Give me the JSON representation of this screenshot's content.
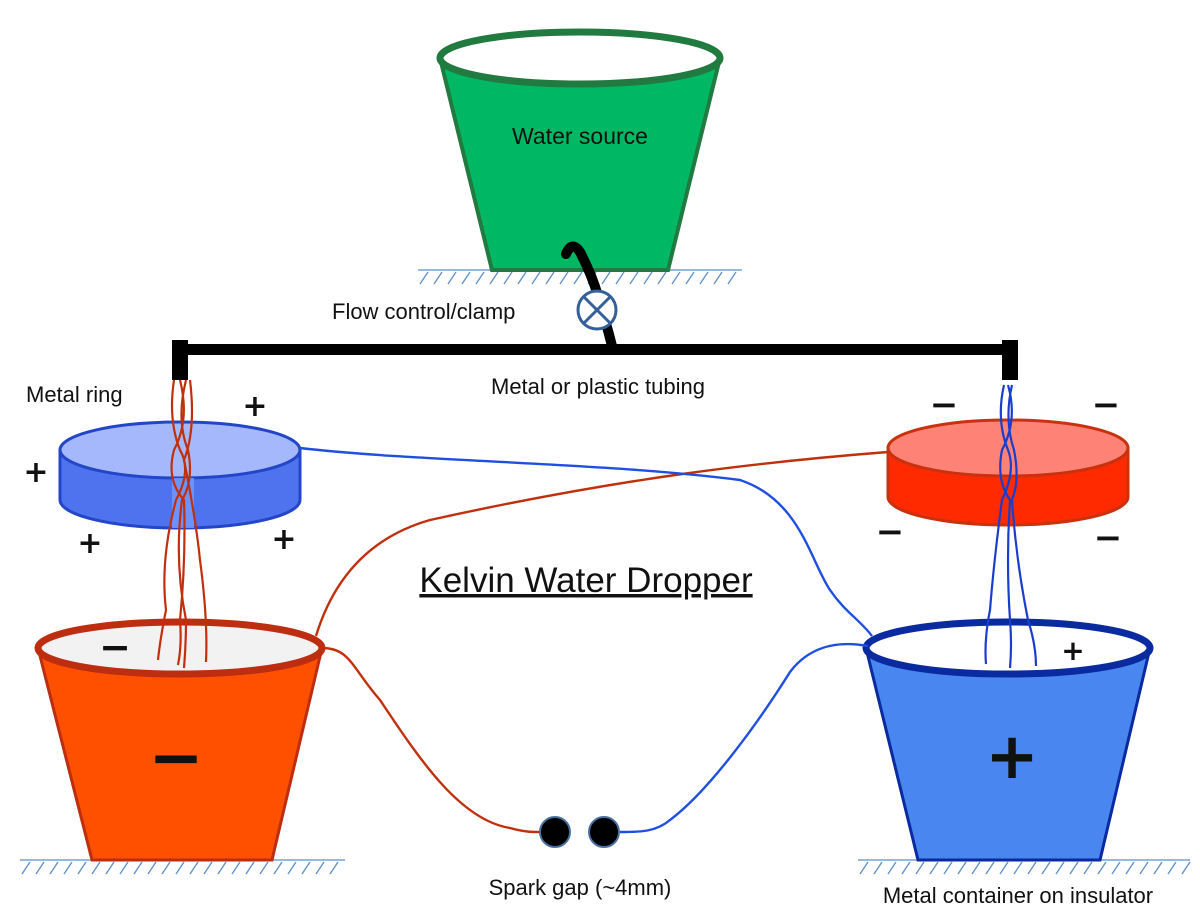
{
  "title": "Kelvin Water Dropper",
  "labels": {
    "water_source": "Water source",
    "flow_control": "Flow control/clamp",
    "tubing": "Metal or plastic tubing",
    "metal_ring": "Metal ring",
    "spark_gap": "Spark gap (~4mm)",
    "metal_container": "Metal container on insulator"
  },
  "signs": {
    "positive": "+",
    "negative": "−"
  },
  "colors": {
    "water_source": "#00b864",
    "water_source_stroke": "#217a3f",
    "left_ring": "#5a82f5",
    "left_ring_stroke": "#2346c8",
    "right_ring": "#ff2a00",
    "right_ring_stroke": "#c8320f",
    "left_bucket": "#ff5000",
    "left_bucket_stroke": "#bd2d10",
    "right_bucket": "#4a86f0",
    "right_bucket_stroke": "#0a2aa0",
    "red_wire": "#c0300c",
    "blue_wire": "#1f4fe0",
    "tubing": "#000000",
    "ground_hatch": "#5b8fc2"
  }
}
